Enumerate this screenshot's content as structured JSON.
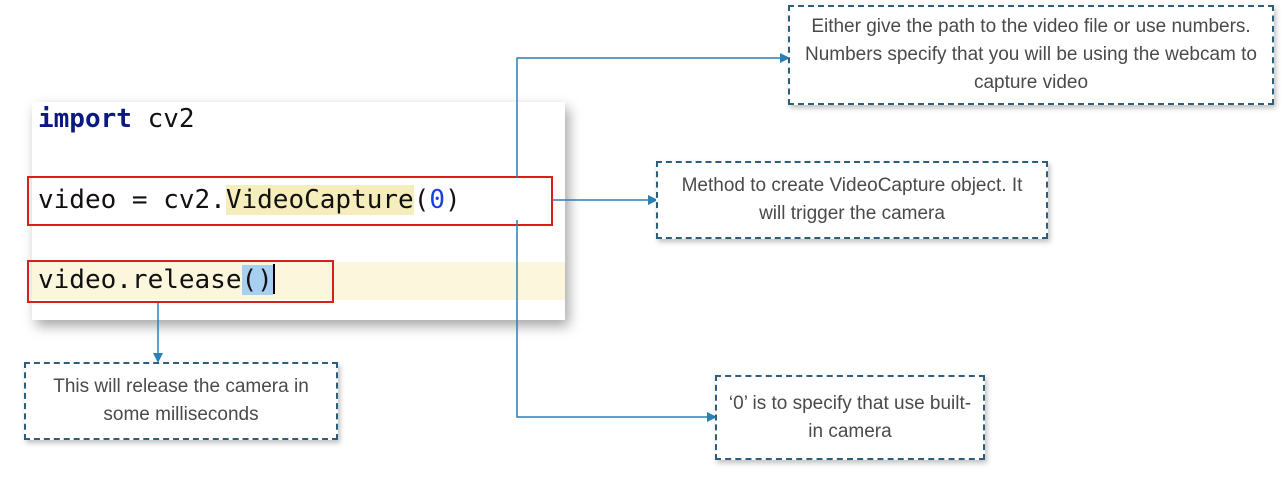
{
  "code": {
    "line1": {
      "keyword": "import",
      "rest": " cv2"
    },
    "line2": {
      "prefix": "video = cv2.",
      "method": "VideoCapture",
      "open": "(",
      "arg": "0",
      "close": ")"
    },
    "line3": {
      "prefix": "video.release",
      "parens": "()"
    }
  },
  "notes": {
    "path_note": "Either give the path to the video file or use numbers. Numbers specify that you will be using the webcam to capture video",
    "method_note": "Method to create VideoCapture object. It will trigger the camera",
    "release_note": "This will release the camera in some milliseconds",
    "zero_note": "‘0’ is to specify that use built-in camera"
  },
  "colors": {
    "highlight_box": "#d62020",
    "connector": "#2a7fb5",
    "note_border": "#2e5f7a"
  }
}
